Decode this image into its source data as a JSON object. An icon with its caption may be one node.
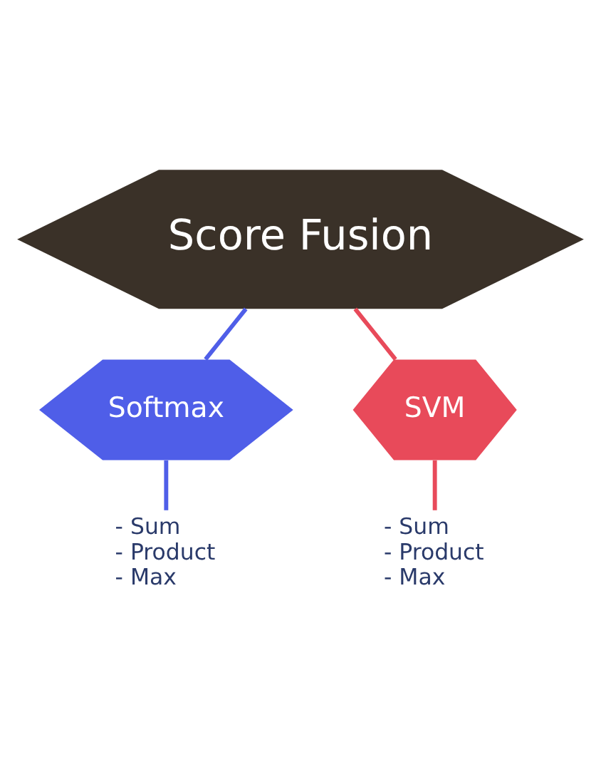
{
  "diagram": {
    "nodes": [
      {
        "text": [
          "Score Fusion"
        ]
      },
      {
        "text": [
          "Softmax"
        ]
      },
      {
        "text": [
          "SVM"
        ]
      },
      {
        "text": [
          "- Sum",
          "- Product",
          "- Max"
        ]
      },
      {
        "text": [
          "- Sum",
          "- Product",
          "- Max"
        ]
      }
    ],
    "edges": [
      {
        "from": 0,
        "to": 1,
        "arrow": "none",
        "color": "#4f5ee8"
      },
      {
        "from": 0,
        "to": 2,
        "arrow": "none",
        "color": "#e84a5a"
      },
      {
        "from": 1,
        "to": 3,
        "arrow": "none",
        "color": "#4f5ee8"
      },
      {
        "from": 2,
        "to": 4,
        "arrow": "none",
        "color": "#e84a5a"
      }
    ]
  }
}
